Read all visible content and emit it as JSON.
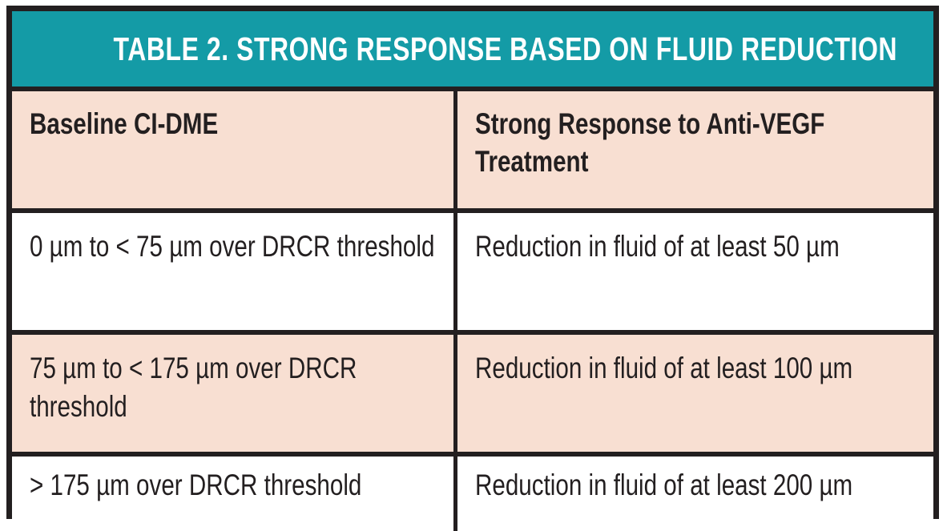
{
  "table": {
    "title": "TABLE 2. STRONG RESPONSE BASED ON FLUID REDUCTION",
    "colors": {
      "banner_background": "#149BA6",
      "banner_text": "#FFFFFF",
      "row_accent_background": "#F8DFD2",
      "row_plain_background": "#FFFFFF",
      "border": "#231F20",
      "text": "#231F20"
    },
    "columns": [
      "Baseline CI-DME",
      "Strong Response to Anti-VEGF Treatment"
    ],
    "rows": [
      {
        "baseline": "0 µm to < 75 µm over DRCR threshold",
        "response": "Reduction in fluid of at least 50 µm"
      },
      {
        "baseline": "75 µm to < 175 µm over DRCR threshold",
        "response": "Reduction in fluid of at least 100 µm"
      },
      {
        "baseline": "> 175 µm over DRCR threshold",
        "response": "Reduction in fluid of at least 200 µm"
      }
    ]
  }
}
